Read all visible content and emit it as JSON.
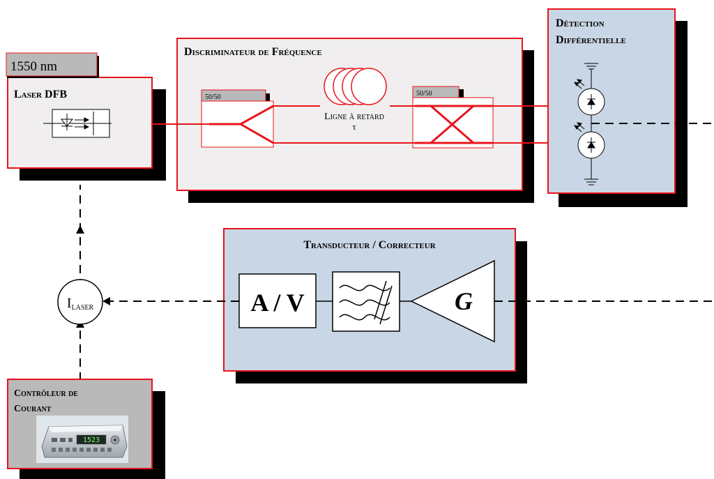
{
  "laser": {
    "wavelength_label": "1550 nm",
    "title": "Laser DFB"
  },
  "discriminator": {
    "title": "Discriminateur de Fréquence",
    "coupler_left_label": "50/50",
    "coupler_right_label": "50/50",
    "delay_line_label": "Ligne à retard",
    "delay_symbol": "τ"
  },
  "detection": {
    "title_line1": "Détection",
    "title_line2": "Différentielle"
  },
  "transducer": {
    "title": "Transducteur / Correcteur",
    "av_label": "A / V",
    "gain_label": "G"
  },
  "current_source": {
    "label_main": "I",
    "label_sub": "LASER"
  },
  "controller": {
    "title_line1": "Contrôleur de",
    "title_line2": "Courant",
    "display_readout": "1523"
  },
  "colors": {
    "optical": "#e8141b",
    "box_border": "#e8141b",
    "gray_panel": "#f0eeee",
    "blue_panel": "#c9d6e5",
    "label_tab": "#b9b9b9",
    "shadow": "#000000",
    "electrical": "#000000"
  }
}
